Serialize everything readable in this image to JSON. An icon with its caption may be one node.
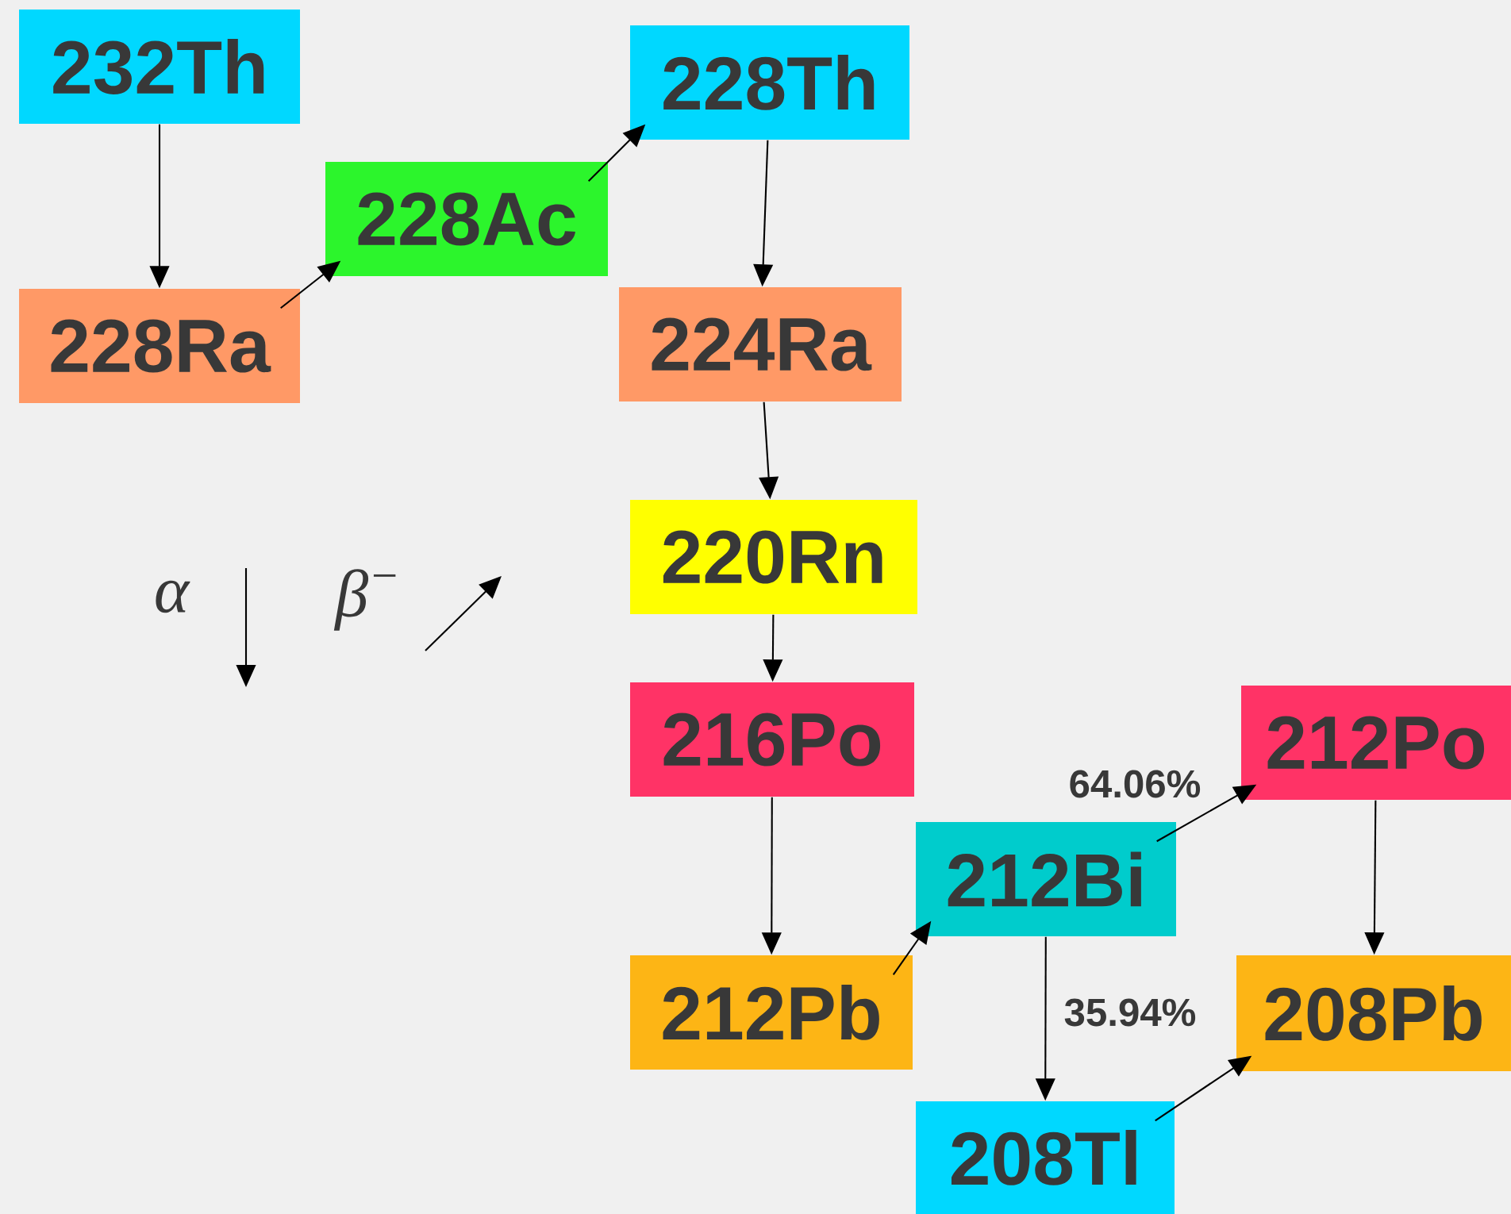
{
  "diagram": {
    "nodes": [
      {
        "text": [
          "232Th"
        ]
      },
      {
        "text": [
          "228Ra"
        ]
      },
      {
        "text": [
          "228Ac"
        ]
      },
      {
        "text": [
          "228Th"
        ]
      },
      {
        "text": [
          "224Ra"
        ]
      },
      {
        "text": [
          "220Rn"
        ]
      },
      {
        "text": [
          "216Po"
        ]
      },
      {
        "text": [
          "212Pb"
        ]
      },
      {
        "text": [
          "212Bi"
        ]
      },
      {
        "text": [
          "212Po"
        ]
      },
      {
        "text": [
          "208Pb"
        ]
      },
      {
        "text": [
          "208Tl"
        ]
      }
    ],
    "edges": [
      {
        "from": 0,
        "to": 1,
        "arrow": "to"
      },
      {
        "from": 1,
        "to": 2,
        "arrow": "to"
      },
      {
        "from": 2,
        "to": 3,
        "arrow": "to"
      },
      {
        "from": 3,
        "to": 4,
        "arrow": "to"
      },
      {
        "from": 4,
        "to": 5,
        "arrow": "to"
      },
      {
        "from": 5,
        "to": 6,
        "arrow": "to"
      },
      {
        "from": 6,
        "to": 7,
        "arrow": "to"
      },
      {
        "from": 7,
        "to": 8,
        "arrow": "to"
      },
      {
        "from": 8,
        "to": 9,
        "arrow": "to",
        "label": "64.06%"
      },
      {
        "from": 8,
        "to": 11,
        "arrow": "to",
        "label": "35.94%"
      },
      {
        "from": 9,
        "to": 10,
        "arrow": "to"
      },
      {
        "from": 11,
        "to": 10,
        "arrow": "to"
      }
    ],
    "legend": [
      {
        "text": "α"
      },
      {
        "text": "β$^{−}$"
      }
    ]
  }
}
